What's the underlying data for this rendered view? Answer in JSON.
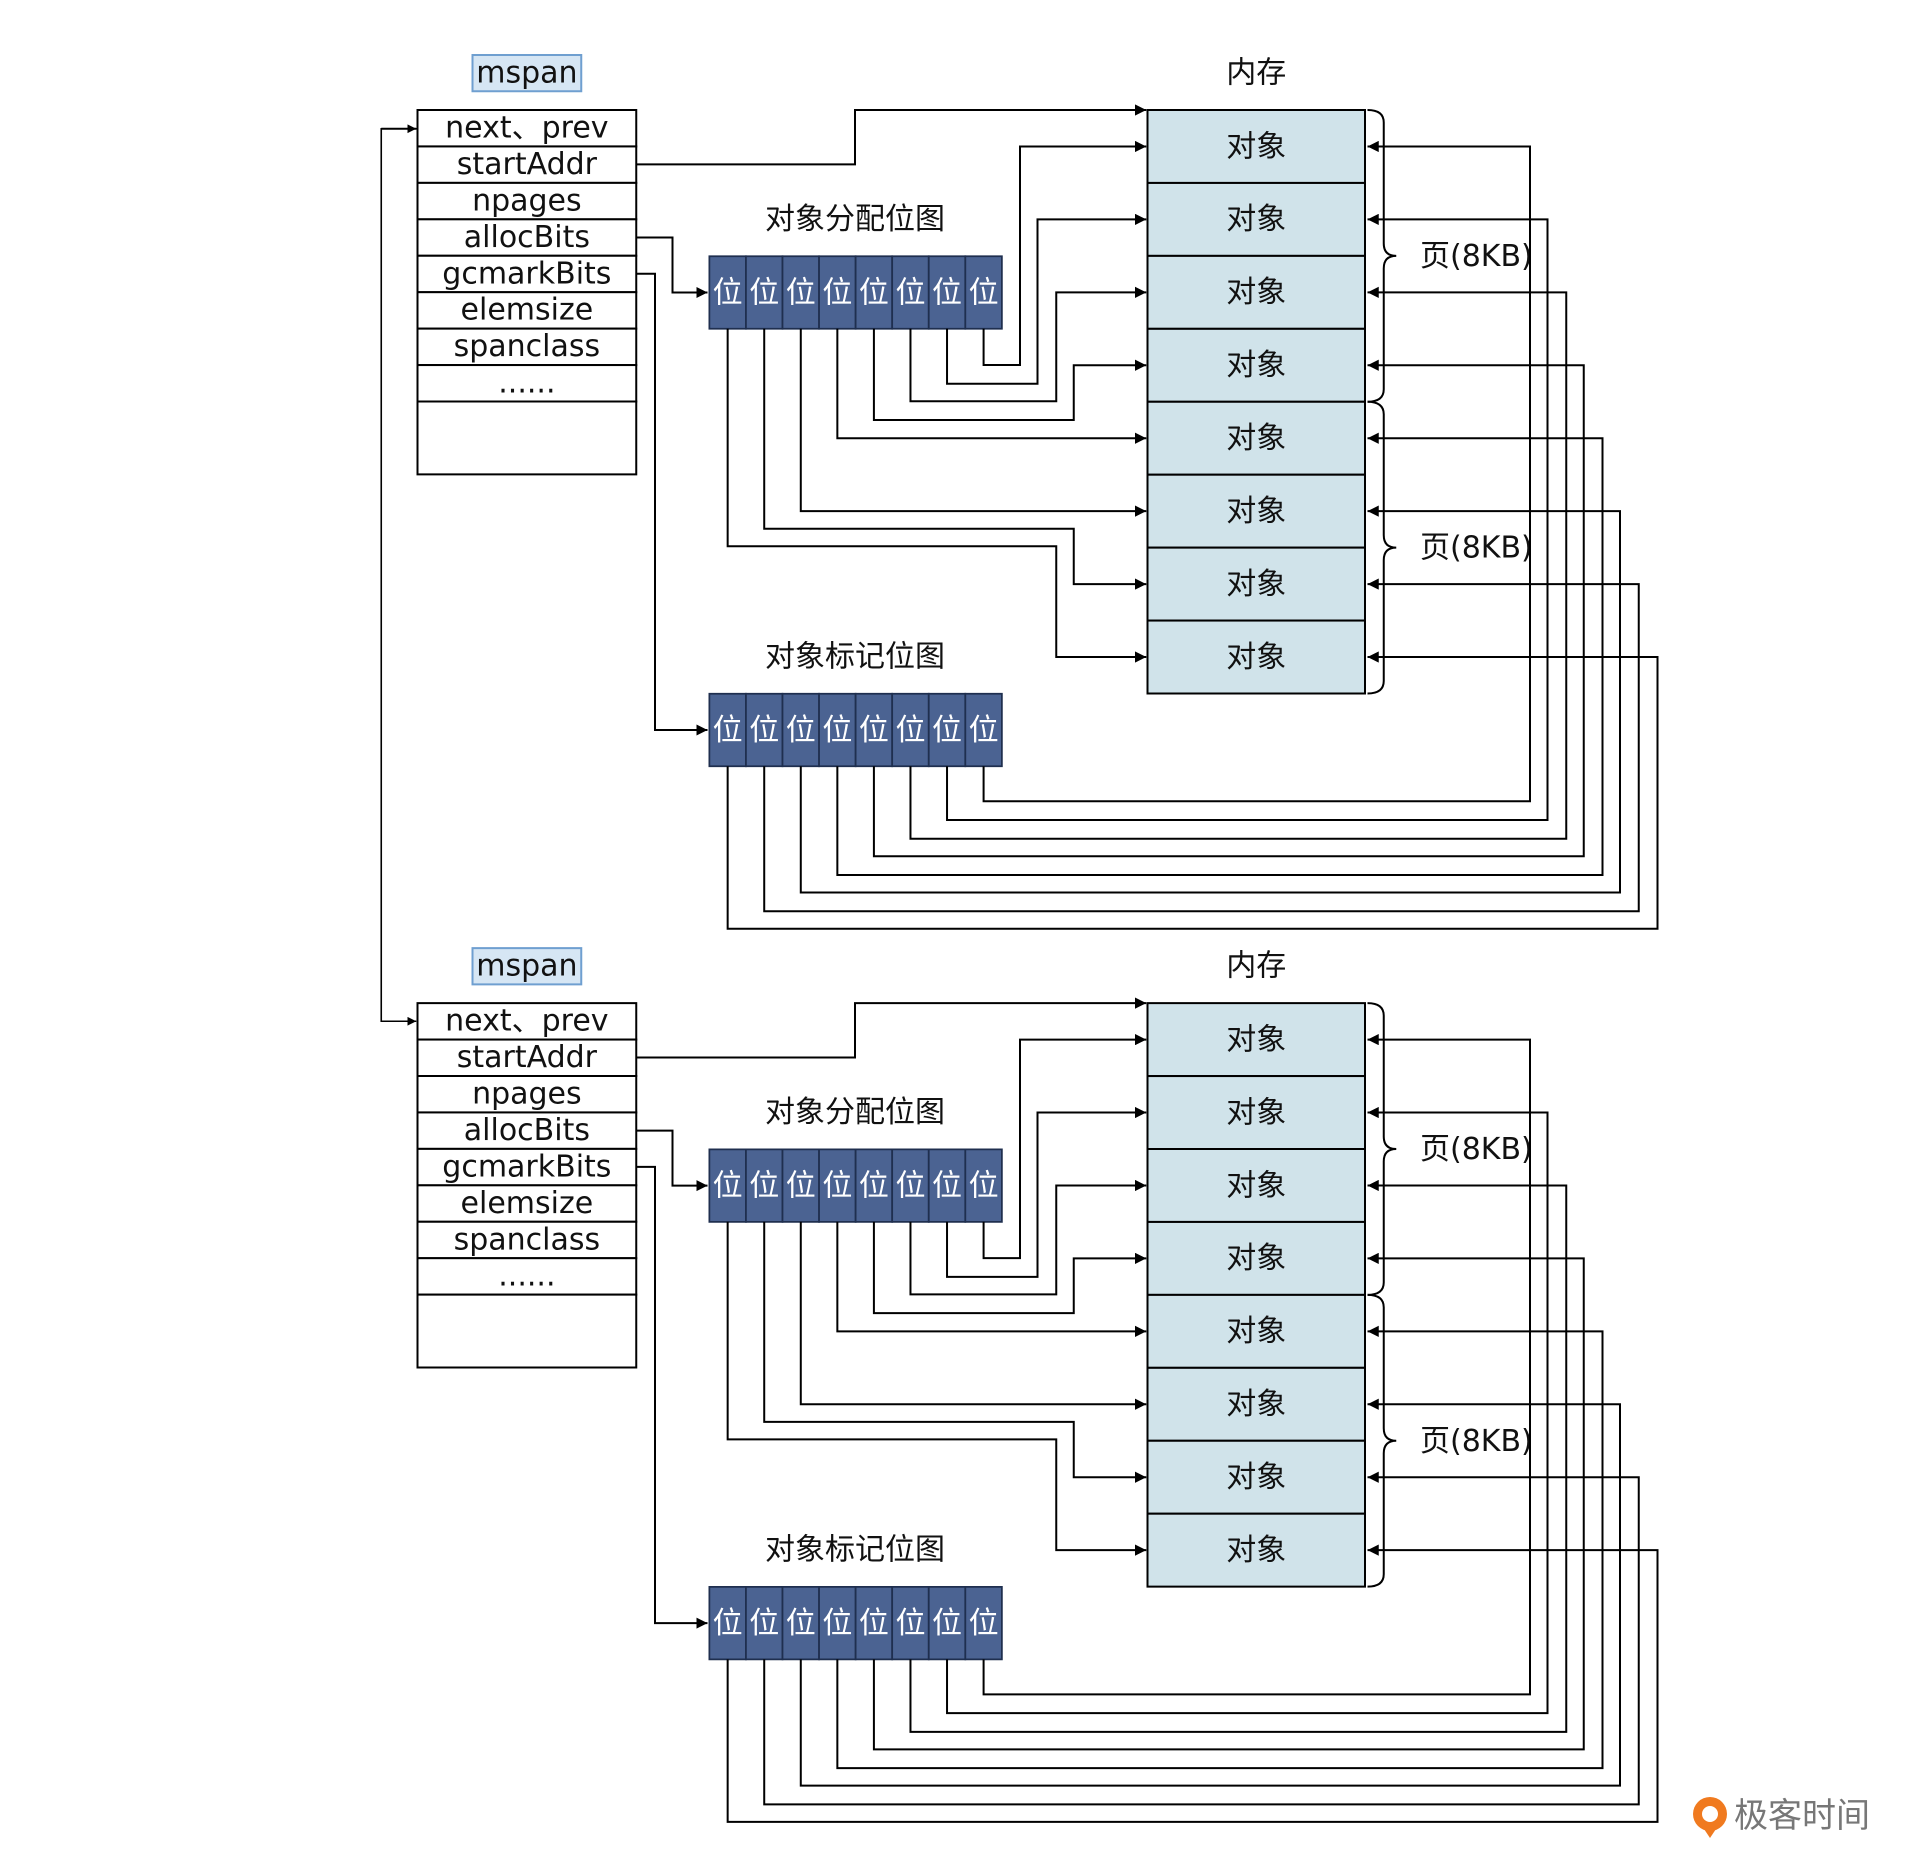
{
  "colors": {
    "mspan_tag_fill": "#d6e6f4",
    "mspan_tag_stroke": "#6f9fd0",
    "bit_fill": "#4b6392",
    "memory_fill": "#d0e3ea",
    "line": "#000000",
    "logo_orange": "#f07a1f"
  },
  "groups": [
    {
      "mspan_tag": "mspan",
      "fields": [
        "next、prev",
        "startAddr",
        "npages",
        "allocBits",
        "gcmarkBits",
        "elemsize",
        "spanclass",
        "......",
        ""
      ],
      "alloc_bitmap_title": "对象分配位图",
      "mark_bitmap_title": "对象标记位图",
      "bit_label": "位",
      "bit_count": 8,
      "memory_title": "内存",
      "objects": [
        "对象",
        "对象",
        "对象",
        "对象",
        "对象",
        "对象",
        "对象",
        "对象"
      ],
      "pages": [
        "页(8KB)",
        "页(8KB)"
      ]
    },
    {
      "mspan_tag": "mspan",
      "fields": [
        "next、prev",
        "startAddr",
        "npages",
        "allocBits",
        "gcmarkBits",
        "elemsize",
        "spanclass",
        "......",
        ""
      ],
      "alloc_bitmap_title": "对象分配位图",
      "mark_bitmap_title": "对象标记位图",
      "bit_label": "位",
      "bit_count": 8,
      "memory_title": "内存",
      "objects": [
        "对象",
        "对象",
        "对象",
        "对象",
        "对象",
        "对象",
        "对象",
        "对象"
      ],
      "pages": [
        "页(8KB)",
        "页(8KB)"
      ]
    }
  ],
  "logo": {
    "text": "极客时间",
    "icon": "geektime-logo-icon"
  }
}
